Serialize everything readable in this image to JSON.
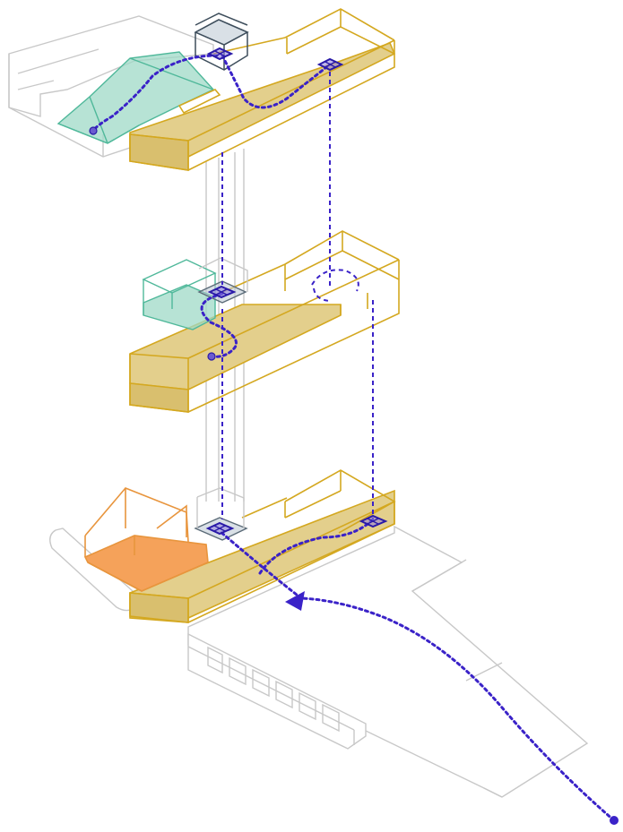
{
  "diagram": {
    "levels": [
      "upper",
      "middle",
      "ground"
    ],
    "colors": {
      "circulation_path": "#3a22c8",
      "floor_plate": "#d4a820",
      "floor_fill": "#e3cf8c",
      "green_volume": "#4fb89a",
      "orange_volume": "#e8953d",
      "context_outline": "#c8c8c8",
      "core": "#5b6b78"
    },
    "icons": [
      "arrow-icon",
      "elevator-node-icon",
      "endpoint-dot-icon"
    ]
  }
}
